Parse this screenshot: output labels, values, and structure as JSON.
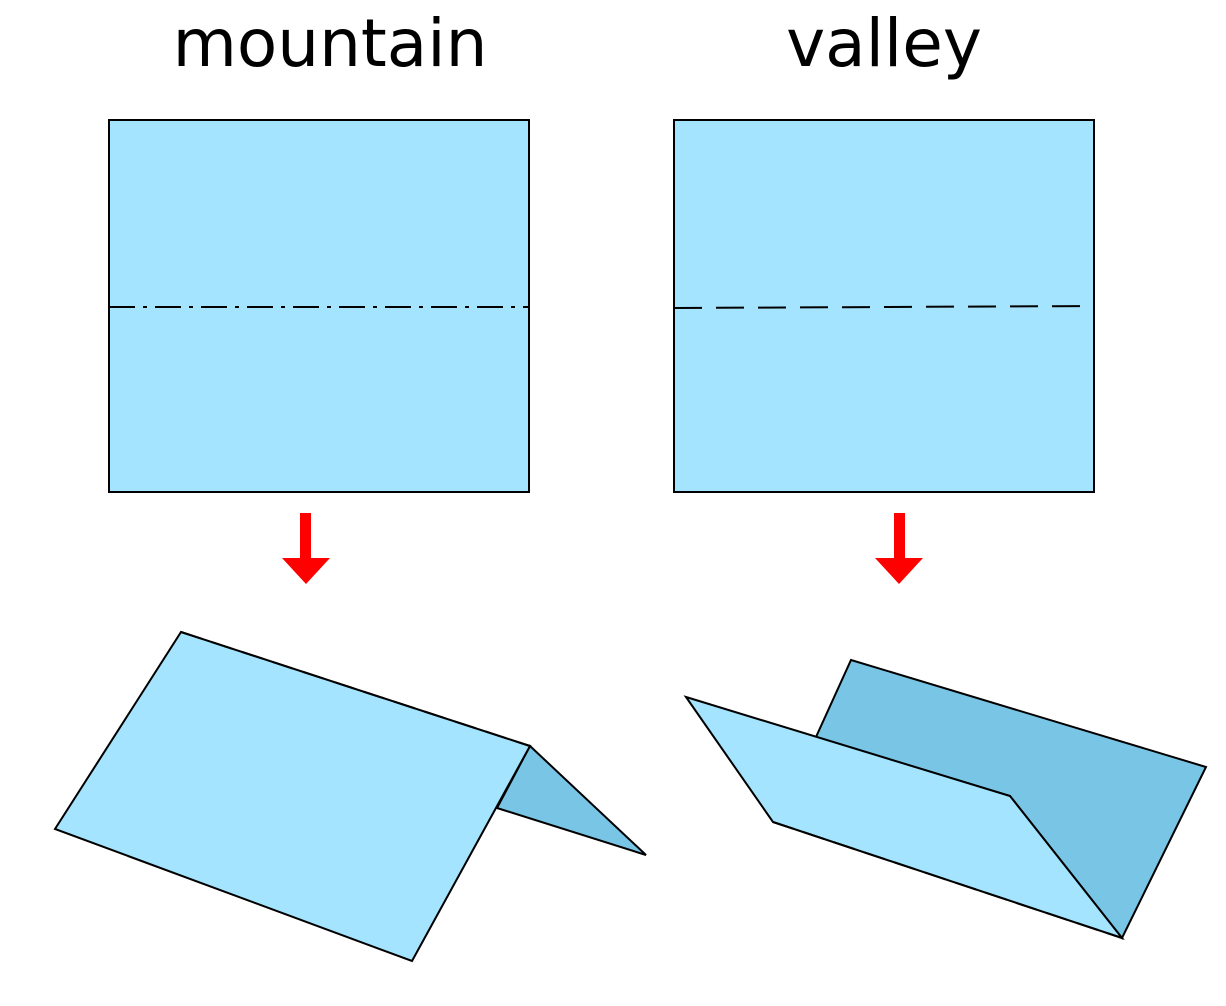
{
  "panels": {
    "mountain": {
      "title": "mountain"
    },
    "valley": {
      "title": "valley"
    }
  },
  "colors": {
    "paper_front": "#a4e4fe",
    "paper_back": "#79c5e6",
    "arrow": "#ff0000",
    "line": "#000000"
  },
  "fold_line_styles": {
    "mountain": "dash-dot",
    "valley": "dashed"
  },
  "icons": {
    "mountain_arrow": "arrow-down-icon",
    "valley_arrow": "arrow-down-icon"
  }
}
